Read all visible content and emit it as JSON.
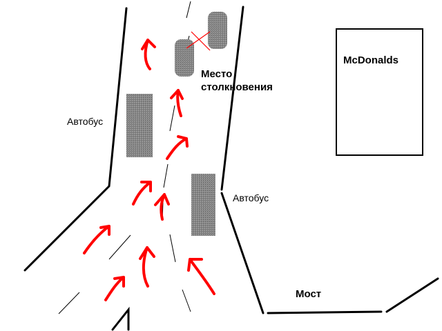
{
  "labels": {
    "bus_left": "Автобус",
    "bus_right": "Автобус",
    "collision_line1": "Место",
    "collision_line2": "столкновения",
    "mcdonalds": "McDonalds",
    "bridge": "Мост"
  },
  "colors": {
    "road_edge": "#000000",
    "vehicle_fill": "#8c8c8c",
    "arrow": "#ff0000",
    "collision_mark": "#ff0000",
    "building_stroke": "#000000"
  }
}
